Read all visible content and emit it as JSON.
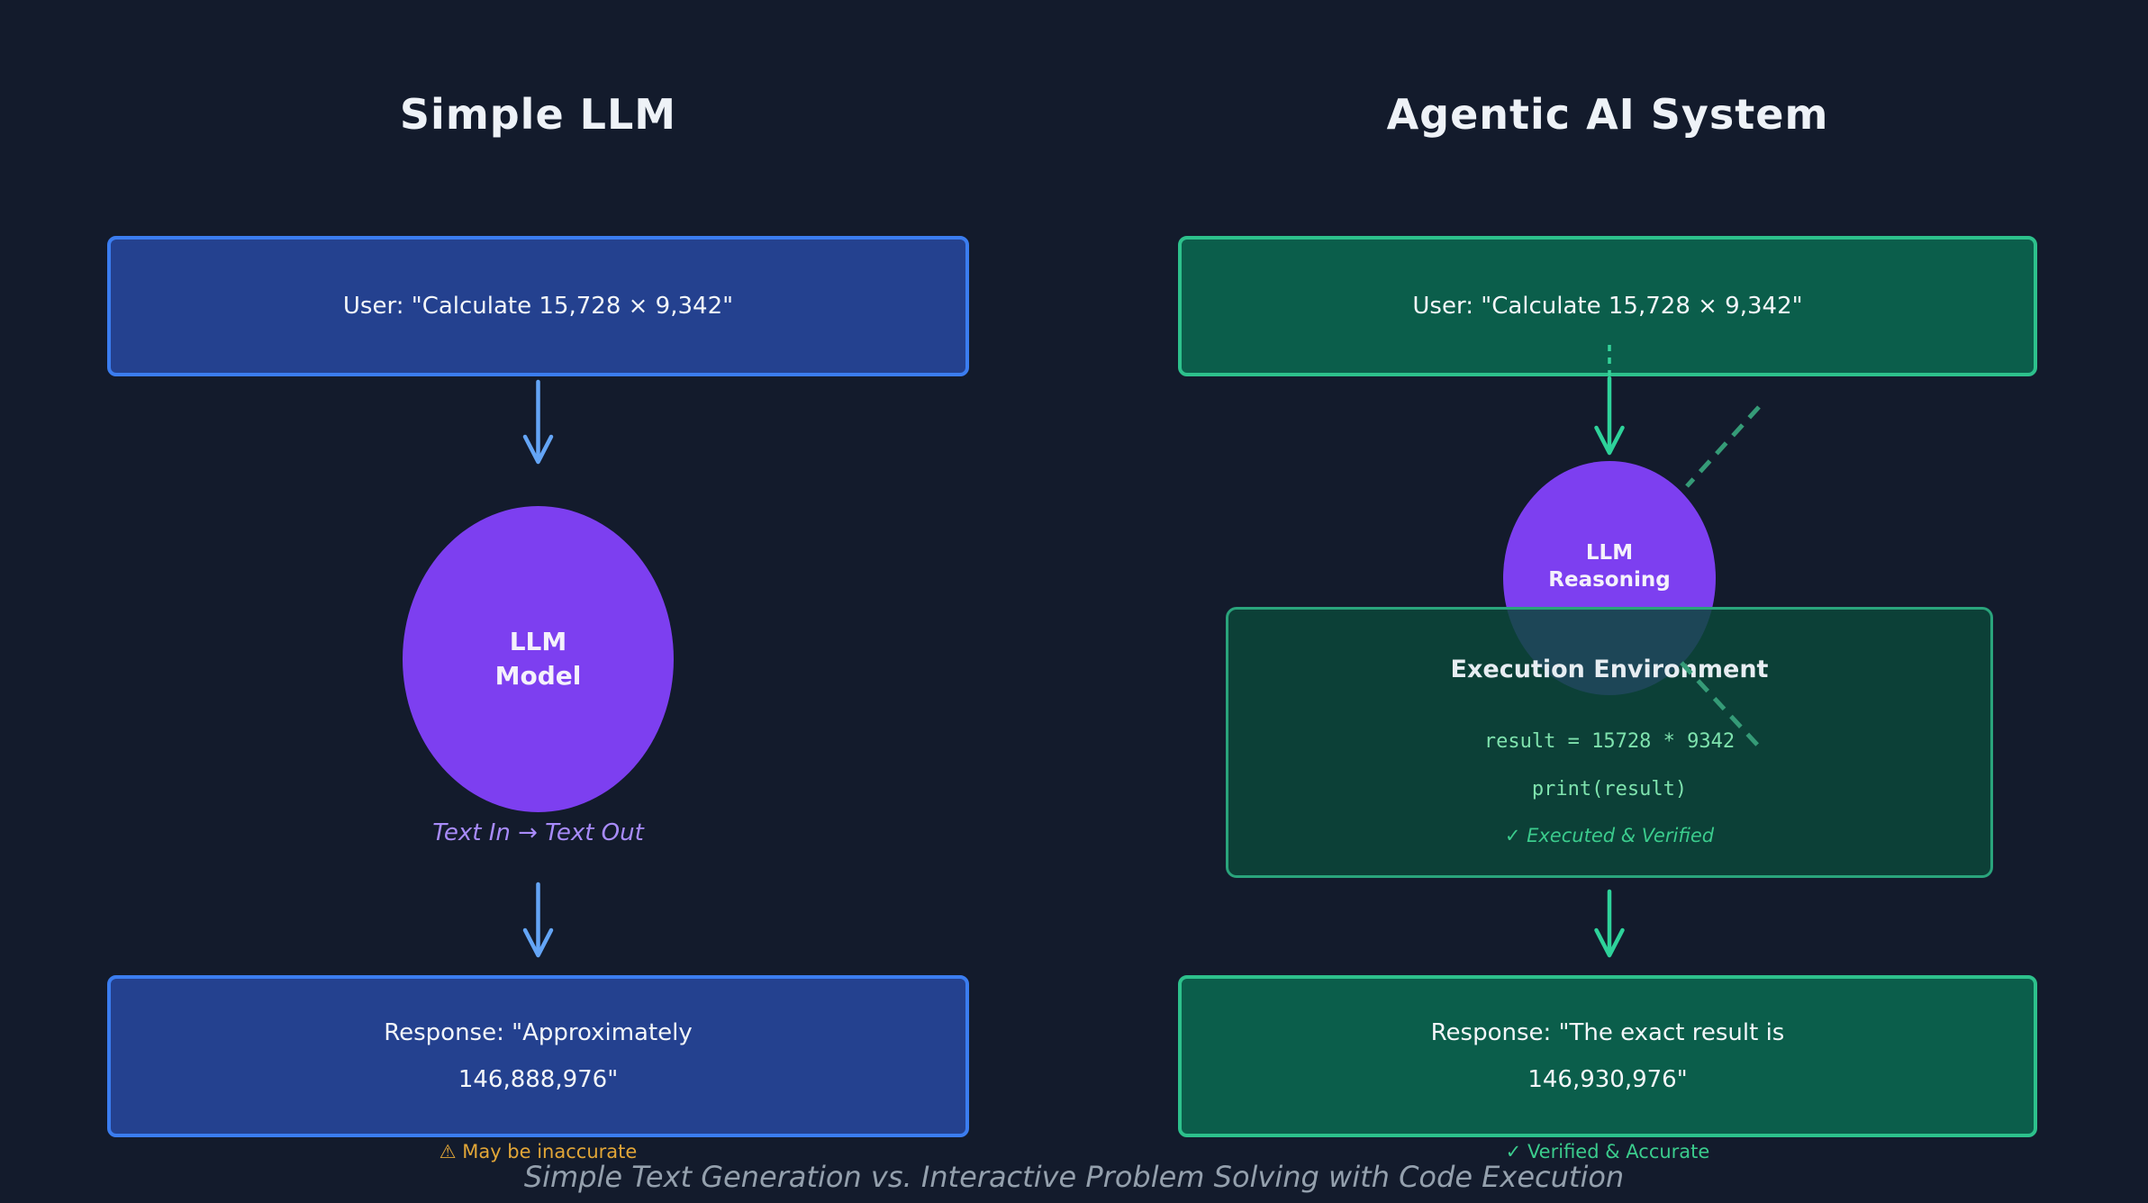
{
  "left": {
    "title": "Simple LLM",
    "user_message": "User: \"Calculate 15,728 × 9,342\"",
    "node_label_line1": "LLM",
    "node_label_line2": "Model",
    "io_caption": "Text In → Text Out",
    "response_line1": "Response: \"Approximately",
    "response_line2": "146,888,976\"",
    "footnote": "⚠ May be inaccurate"
  },
  "right": {
    "title": "Agentic AI System",
    "user_message": "User: \"Calculate 15,728 × 9,342\"",
    "node_label_line1": "LLM",
    "node_label_line2": "Reasoning",
    "exec_title": "Execution Environment",
    "code_line1": "result = 15728 * 9342",
    "code_line2": "print(result)",
    "exec_status": "✓ Executed & Verified",
    "response_line1": "Response: \"The exact result is",
    "response_line2": "146,930,976\"",
    "footnote": "✓ Verified & Accurate"
  },
  "caption": "Simple Text Generation vs. Interactive Problem Solving with Code Execution",
  "colors": {
    "background": "#131b2c",
    "blue_box_fill": "#24418f",
    "blue_box_border": "#3b7df0",
    "blue_arrow": "#64a5f6",
    "green_box_fill": "#0b5e4b",
    "green_box_border": "#2dc18c",
    "green_arrow": "#2ed29a",
    "green_dashed": "#359b77",
    "purple_node": "#7d3ff0",
    "purple_caption": "#a88bfa",
    "warning_text": "#e2a637",
    "verified_text": "#3bcc8d",
    "code_text": "#7fe3ae",
    "caption_text": "#94a0ad"
  }
}
